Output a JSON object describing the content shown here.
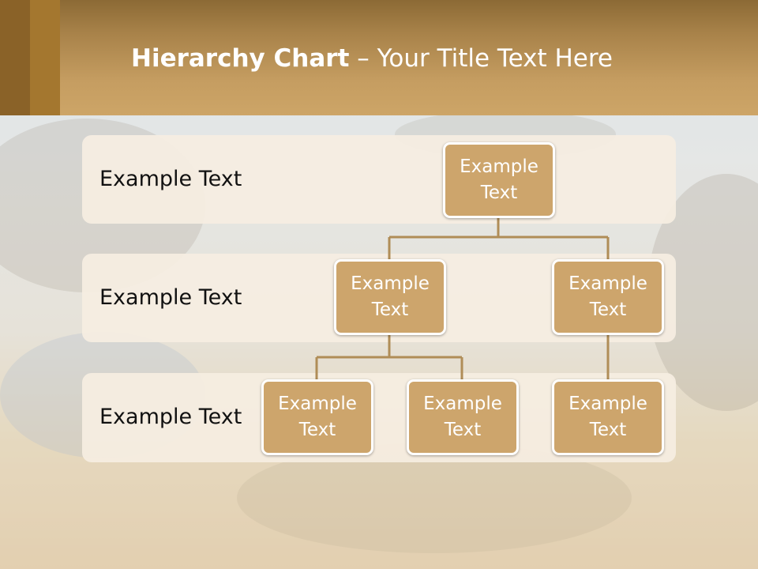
{
  "slide": {
    "title_bold": "Hierarchy Chart",
    "title_rest": " – Your Title Text Here"
  },
  "levels": [
    {
      "label": "Example Text"
    },
    {
      "label": "Example Text"
    },
    {
      "label": "Example Text"
    }
  ],
  "nodes": {
    "root": {
      "text": "Example Text"
    },
    "l2_left": {
      "text": "Example Text"
    },
    "l2_right": {
      "text": "Example Text"
    },
    "l3_a": {
      "text": "Example Text"
    },
    "l3_b": {
      "text": "Example Text"
    },
    "l3_c": {
      "text": "Example Text"
    }
  },
  "colors": {
    "header": "#c59d61",
    "node_fill": "#cda56c",
    "connector": "#b08d57",
    "row_fill": "#f6eee2"
  }
}
